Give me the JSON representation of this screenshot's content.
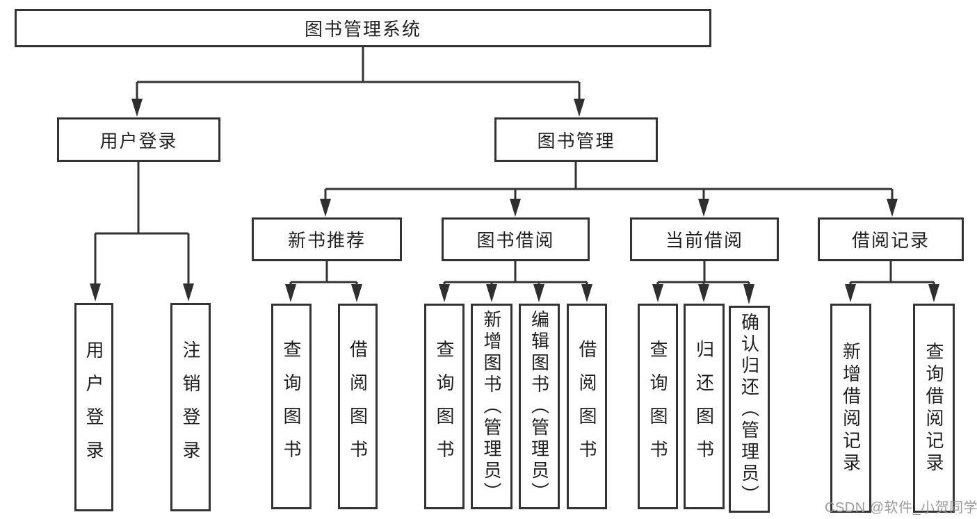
{
  "root": {
    "label": "图书管理系统"
  },
  "branches": {
    "user_login": {
      "label": "用户登录",
      "children": [
        {
          "label": "用户登录"
        },
        {
          "label": "注销登录"
        }
      ]
    },
    "book_mgmt": {
      "label": "图书管理",
      "sections": [
        {
          "label": "新书推荐",
          "children": [
            {
              "label": "查询图书"
            },
            {
              "label": "借阅图书"
            }
          ]
        },
        {
          "label": "图书借阅",
          "children": [
            {
              "label": "查询图书"
            },
            {
              "label": "新增图书（管理员）"
            },
            {
              "label": "编辑图书（管理员）"
            },
            {
              "label": "借阅图书"
            }
          ]
        },
        {
          "label": "当前借阅",
          "children": [
            {
              "label": "查询图书"
            },
            {
              "label": "归还图书"
            },
            {
              "label": "确认归还（管理员）"
            }
          ]
        },
        {
          "label": "借阅记录",
          "children": [
            {
              "label": "新增借阅记录"
            },
            {
              "label": "查询借阅记录"
            }
          ]
        }
      ]
    }
  },
  "watermark": {
    "text": "CSDN @软件_小贺同学"
  },
  "colors": {
    "line": "#333333",
    "text": "#1f1f1f",
    "background": "#ffffff",
    "watermark": "#969696"
  }
}
